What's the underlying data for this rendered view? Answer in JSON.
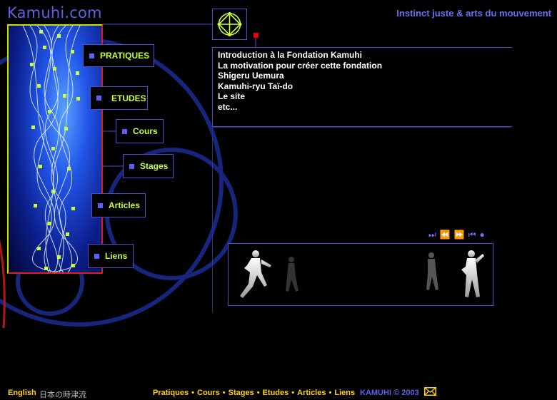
{
  "brand": {
    "logo": "Kamuhi.com",
    "tagline": "Instinct juste & arts du mouvement"
  },
  "nav": {
    "pratiques": "PRATIQUES",
    "etudes": "ETUDES",
    "cours": "Cours",
    "stages": "Stages",
    "articles": "Articles",
    "liens": "Liens"
  },
  "intro": {
    "items": [
      "Introduction à la Fondation Kamuhi",
      "La motivation pour créer cette fondation",
      "Shigeru Uemura",
      "Kamuhi-ryu Taï-do",
      "Le site",
      "etc..."
    ]
  },
  "player": {
    "next_icon": "skip-forward-icon",
    "prev_icon": "rewind-icon",
    "play_icon": "fast-forward-icon",
    "first_icon": "skip-back-icon",
    "stop_icon": "circle-icon",
    "next": "⏭",
    "prev": "⏪",
    "play": "⏩",
    "first": "⏮",
    "stop": "●"
  },
  "footer": {
    "lang": "English",
    "jp": "日本の時津流",
    "links": [
      "Pratiques",
      "Cours",
      "Stages",
      "Etudes",
      "Articles",
      "Liens"
    ],
    "copyright": "KAMUHI © 2003",
    "mail_icon": "envelope-icon"
  },
  "colors": {
    "accent_blue": "#5b5ff5",
    "nav_text": "#c6ff2e",
    "footer_text": "#ffd400",
    "marker_red": "#e00000"
  }
}
